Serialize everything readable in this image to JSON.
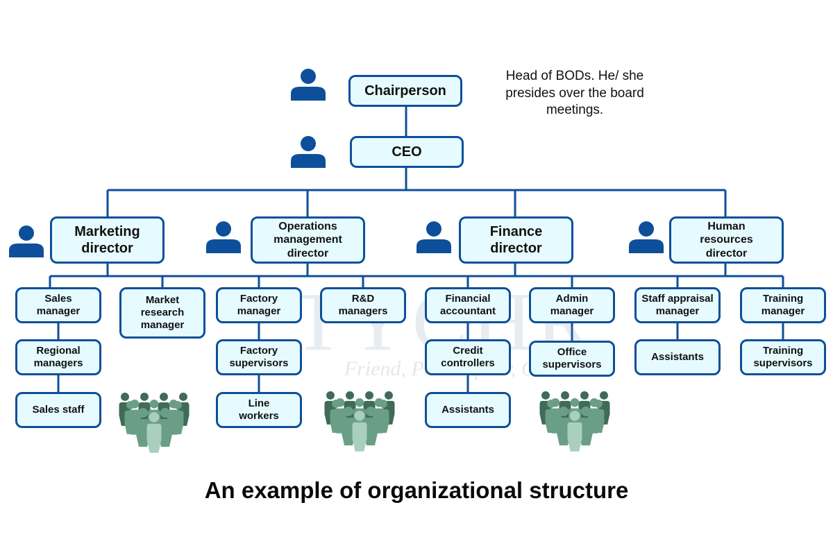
{
  "title": "An example of organizational structure",
  "annotation": "Head of BODs. He/ she presides over the board meetings.",
  "watermark": {
    "brand": "TYCHR",
    "tagline": "Friend, Philosopher, Guide"
  },
  "colors": {
    "line": "#0d4f9a",
    "node_fill": "#e6fbff",
    "person_icon": "#0d4f9a",
    "group_dark": "#3f6b58",
    "group_mid": "#6a9e86",
    "group_light": "#a9cfbf"
  },
  "nodes": {
    "chairperson": "Chairperson",
    "ceo": "CEO",
    "directors": [
      "Marketing\ndirector",
      "Operations\nmanagement\ndirector",
      "Finance\ndirector",
      "Human\nresources\ndirector"
    ],
    "managers": [
      "Sales\nmanager",
      "Market\nresearch\nmanager",
      "Factory\nmanager",
      "R&D\nmanagers",
      "Financial\naccountant",
      "Admin\nmanager",
      "Staff appraisal\nmanager",
      "Training\nmanager"
    ],
    "level3": [
      "Regional\nmanagers",
      "Factory\nsupervisors",
      "Credit\ncontrollers",
      "Office\nsupervisors",
      "Assistants",
      "Training\nsupervisors"
    ],
    "level4": [
      "Sales staff",
      "Line\nworkers",
      "Assistants"
    ]
  },
  "icons": {
    "person": "person-icon",
    "group": "group-of-people-icon"
  }
}
